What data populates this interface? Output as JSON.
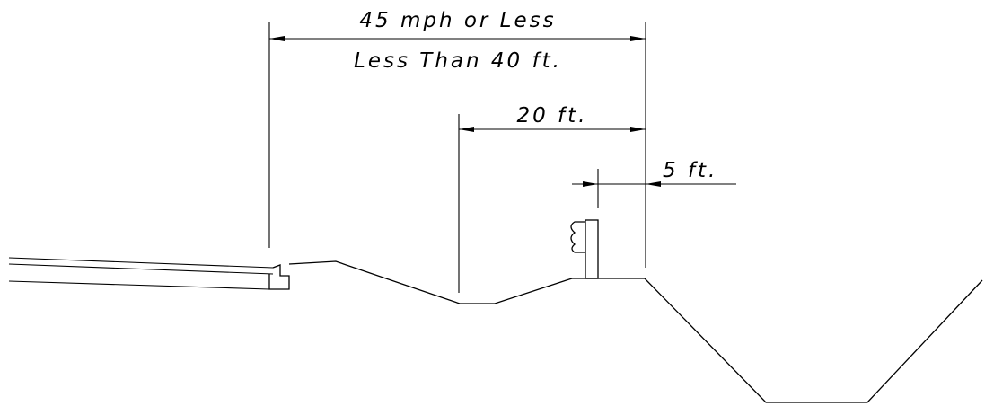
{
  "dimensions": {
    "overall_speed": "45 mph or Less",
    "overall_distance": "Less Than 40 ft.",
    "middle": "20 ft.",
    "barrier_offset": "5 ft."
  }
}
